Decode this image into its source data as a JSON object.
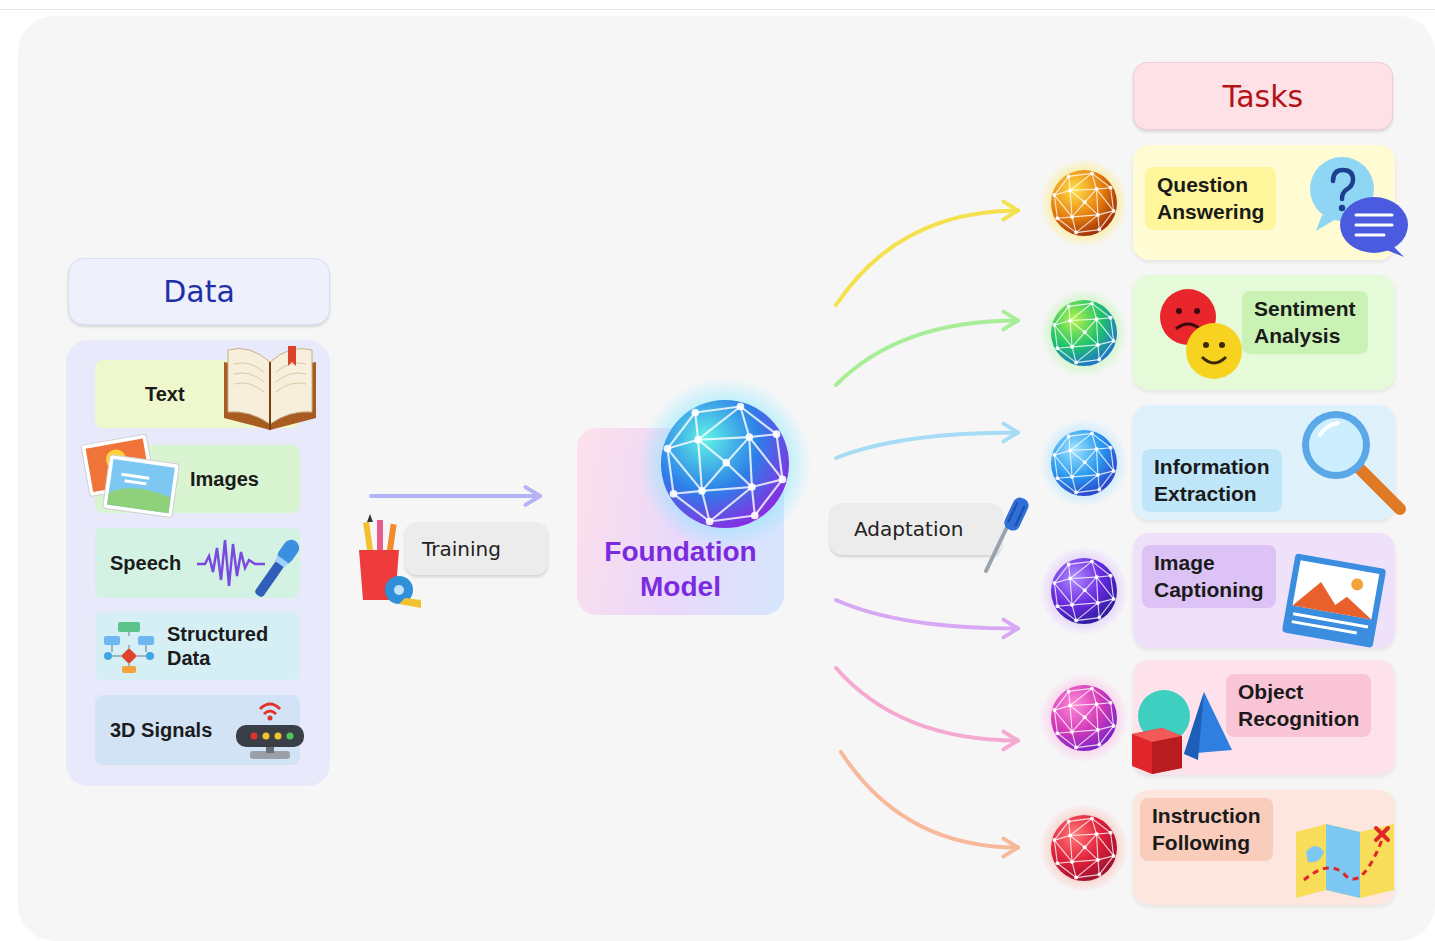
{
  "diagram": {
    "nodes": [
      {
        "text": [
          "Data"
        ]
      },
      {
        "text": [
          "Text"
        ],
        "in": 0
      },
      {
        "text": [
          "Images"
        ],
        "in": 0
      },
      {
        "text": [
          "Speech"
        ],
        "in": 0
      },
      {
        "text": [
          "Structured Data"
        ],
        "in": 0
      },
      {
        "text": [
          "3D Signals"
        ],
        "in": 0
      },
      {
        "text": [
          "Training"
        ]
      },
      {
        "text": [
          "Foundation Model"
        ]
      },
      {
        "text": [
          "Adaptation"
        ]
      },
      {
        "text": [
          "Tasks"
        ]
      },
      {
        "text": [
          "Question Answering"
        ],
        "in": 9
      },
      {
        "text": [
          "Sentiment Analysis"
        ],
        "in": 9
      },
      {
        "text": [
          "Information Extraction"
        ],
        "in": 9
      },
      {
        "text": [
          "Image Captioning"
        ],
        "in": 9
      },
      {
        "text": [
          "Object Recognition"
        ],
        "in": 9
      },
      {
        "text": [
          "Instruction Following"
        ],
        "in": 9
      }
    ],
    "edges": [
      {
        "from": 0,
        "to": 7,
        "arrow": "to"
      },
      {
        "from": 7,
        "to": 10,
        "arrow": "to"
      },
      {
        "from": 7,
        "to": 11,
        "arrow": "to"
      },
      {
        "from": 7,
        "to": 12,
        "arrow": "to"
      },
      {
        "from": 7,
        "to": 13,
        "arrow": "to"
      },
      {
        "from": 7,
        "to": 14,
        "arrow": "to"
      },
      {
        "from": 7,
        "to": 15,
        "arrow": "to"
      }
    ]
  }
}
